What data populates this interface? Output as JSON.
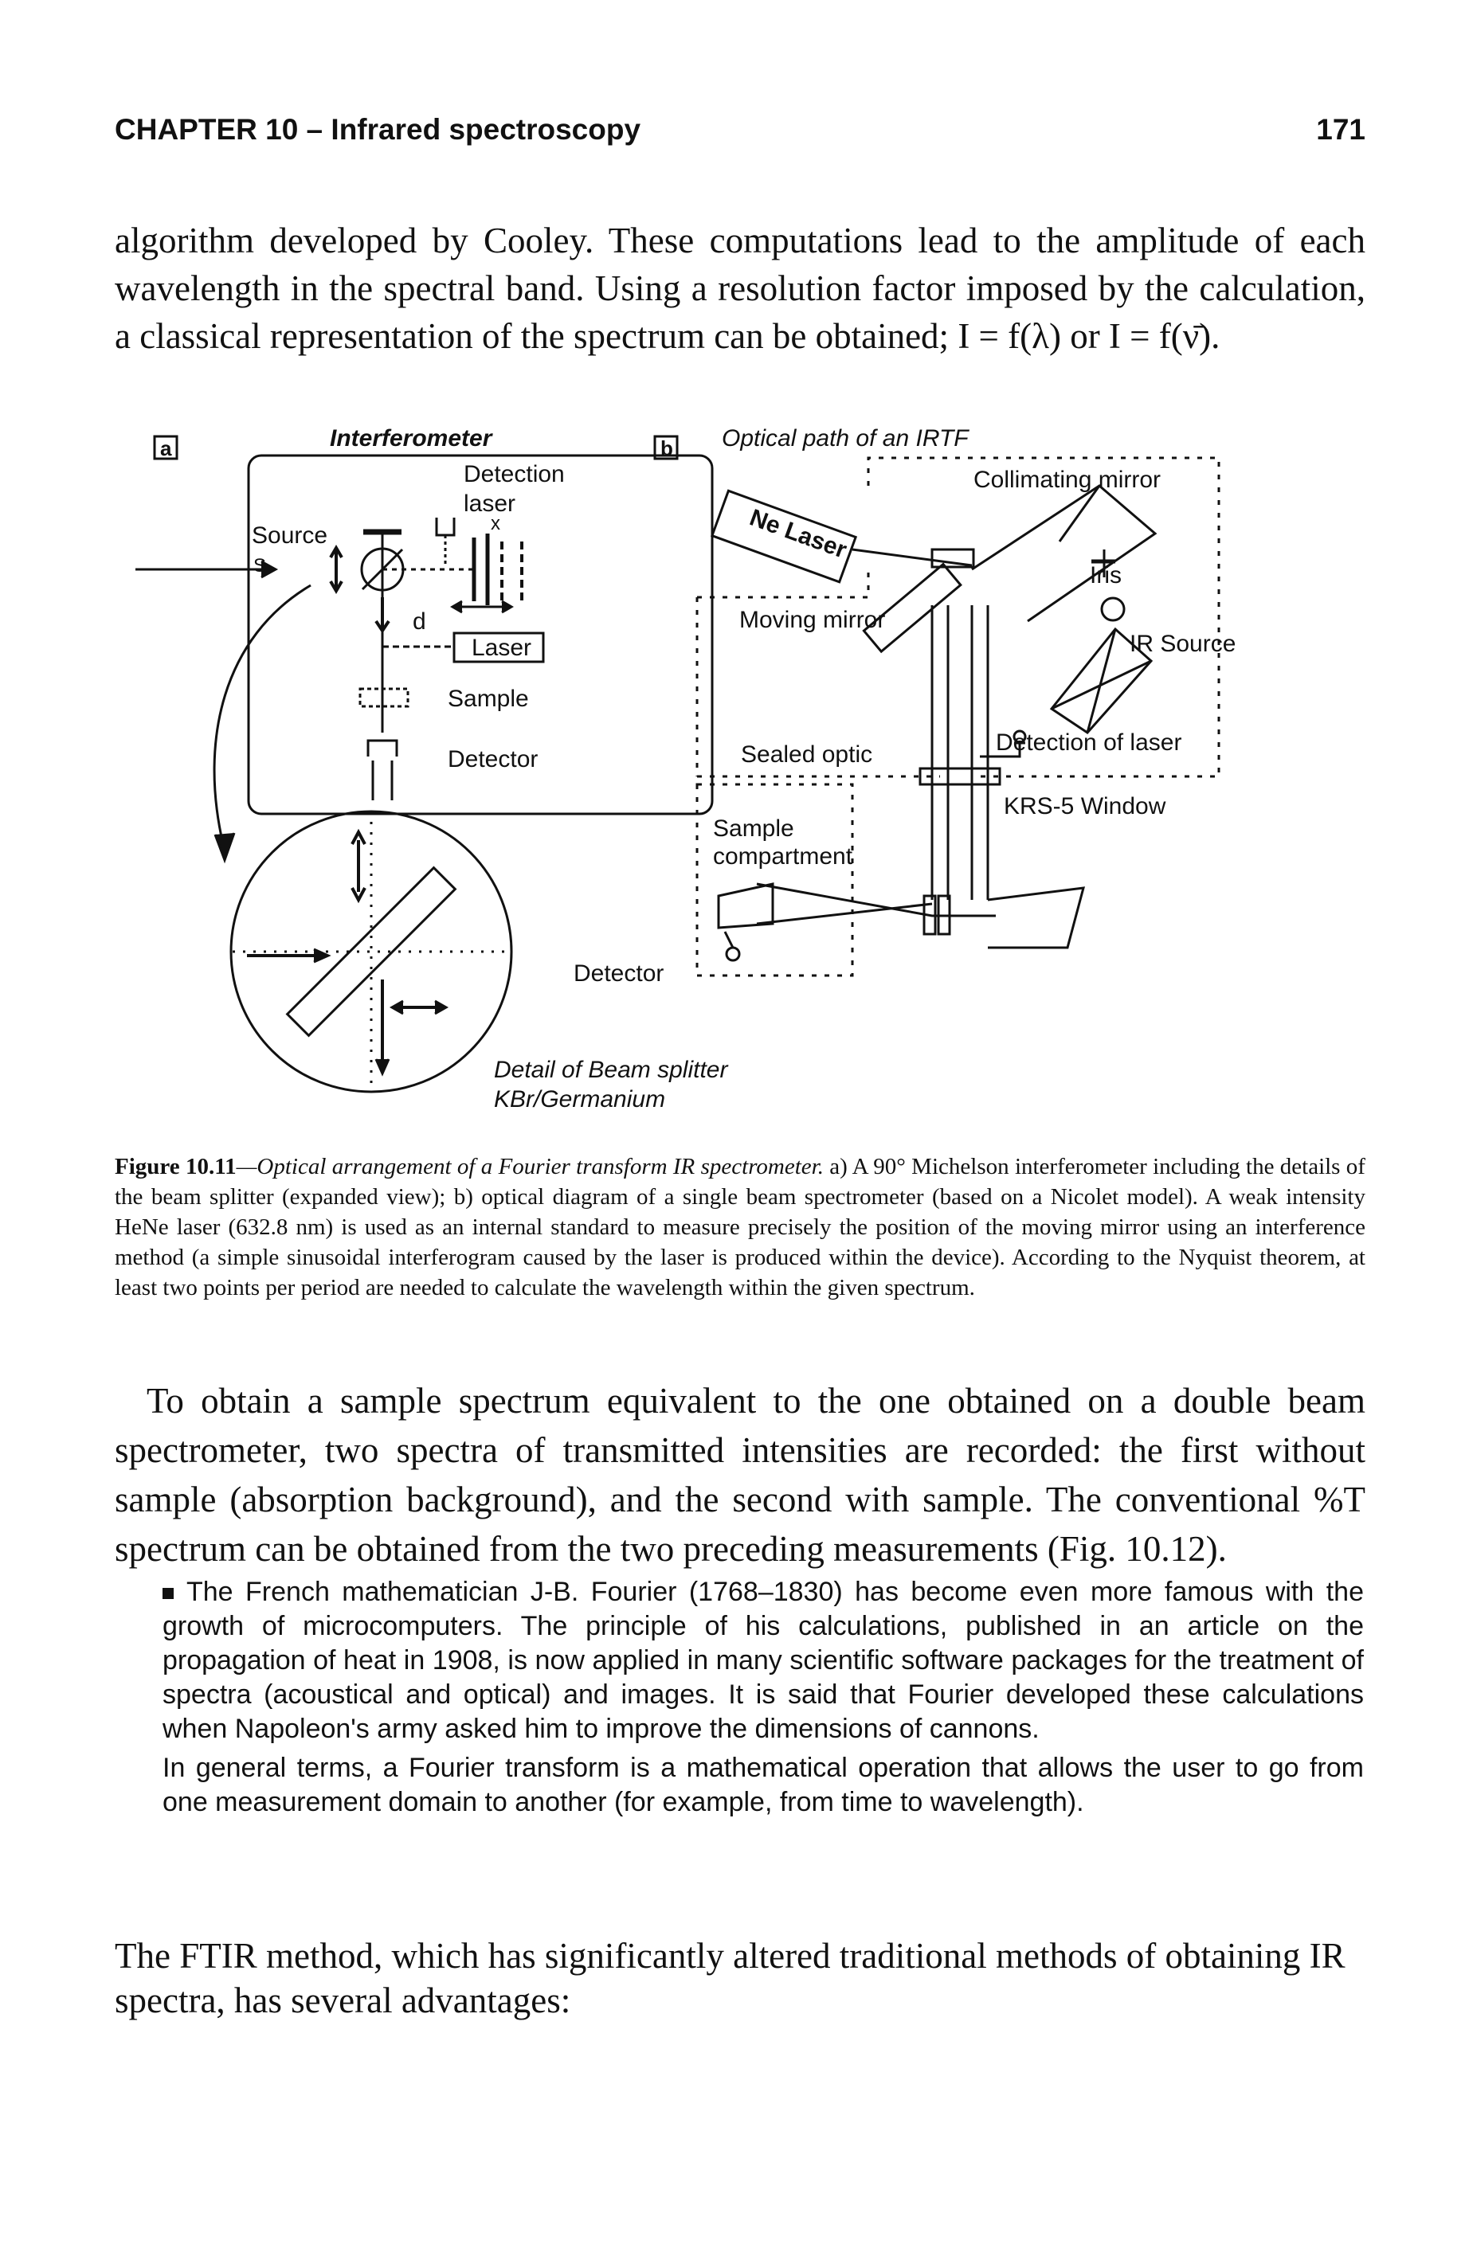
{
  "header": {
    "running_title": "CHAPTER 10 – Infrared spectroscopy",
    "page_number": "171"
  },
  "paragraph_top": "algorithm developed by Cooley. These computations lead to the amplitude of each wavelength in the spectral band. Using a resolution factor imposed by the calculation, a classical representation of the spectrum can be obtained; I = f(λ) or I = f(ν̄).",
  "figure": {
    "panel_a": {
      "tag": "a",
      "title": "Interferometer",
      "labels": {
        "detection_laser_1": "Detection",
        "detection_laser_2": "laser",
        "source": "Source",
        "s": "S",
        "x": "x",
        "d": "d",
        "laser": "Laser",
        "sample": "Sample",
        "detector": "Detector",
        "detail_1": "Detail of Beam splitter",
        "detail_2": "KBr/Germanium"
      }
    },
    "panel_b": {
      "tag": "b",
      "title": "Optical path of an IRTF",
      "labels": {
        "ne_laser": "Ne Laser",
        "collimating_mirror": "Collimating mirror",
        "iris": "Iris",
        "moving_mirror": "Moving mirror",
        "ir_source": "IR Source",
        "sealed_optic": "Sealed optic",
        "detection_of_laser": "Detection of laser",
        "krs5_window": "KRS-5 Window",
        "sample_1": "Sample",
        "sample_2": "compartment",
        "detector": "Detector"
      }
    }
  },
  "caption": {
    "label": "Figure 10.11",
    "title": "—Optical arrangement of a Fourier transform IR spectrometer.",
    "body": " a) A 90° Michelson interferometer including the details of the beam splitter (expanded view); b) optical diagram of a single beam spectrometer (based on a Nicolet model). A weak intensity HeNe laser (632.8 nm) is used as an internal standard to measure precisely the position of the moving mirror using an interference method (a simple sinusoidal interferogram caused by the laser is produced within the device). According to the Nyquist theorem, at least two points per period are needed to calculate the wavelength within the given spectrum."
  },
  "paragraph_mid": "To obtain a sample spectrum equivalent to the one obtained on a double beam spectrometer, two spectra of transmitted intensities are recorded: the first without sample (absorption background), and the second with sample. The conventional %T spectrum can be obtained from the two preceding measurements (Fig. 10.12).",
  "note": {
    "p1": "The French mathematician J-B. Fourier (1768–1830) has become even more famous with the growth of microcomputers. The principle of his calculations, published in an article on the propagation of heat in 1908, is now applied in many scientific software packages for the treatment of spectra (acoustical and optical) and images. It is said that Fourier developed these calculations when Napoleon's army asked him to improve the dimensions of cannons.",
    "p2": "In general terms, a Fourier transform is a mathematical operation that allows the user to go from one measurement domain to another (for example, from time to wavelength)."
  },
  "paragraph_bottom": "The FTIR method, which has significantly altered traditional methods of obtaining IR spectra, has several advantages:"
}
